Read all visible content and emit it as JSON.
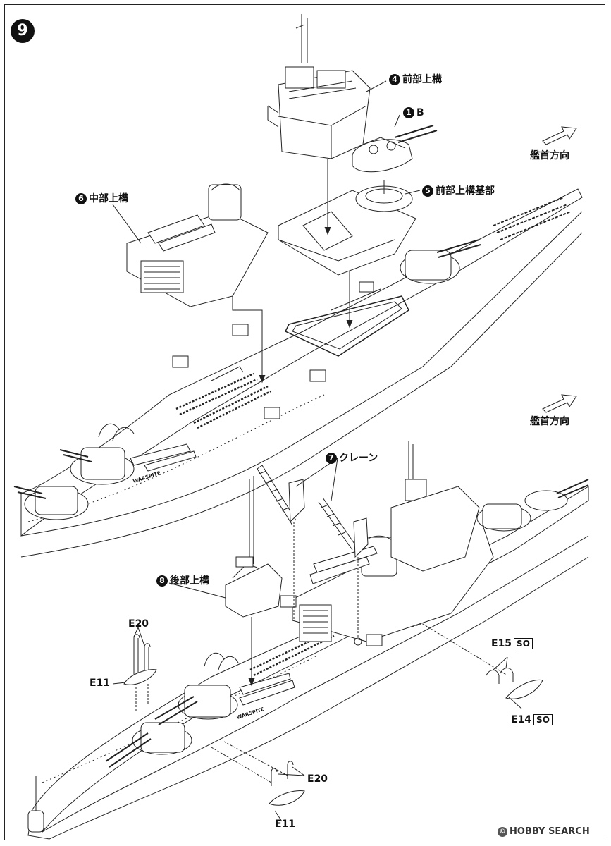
{
  "step_number": "9",
  "callouts": {
    "forward_superstructure": {
      "num": "4",
      "label": "前部上構"
    },
    "turret_b": {
      "num": "1",
      "label": "B"
    },
    "forward_superstructure_base": {
      "num": "5",
      "label": "前部上構基部"
    },
    "middle_superstructure": {
      "num": "6",
      "label": "中部上構"
    },
    "crane": {
      "num": "7",
      "label": "クレーン"
    },
    "aft_superstructure": {
      "num": "8",
      "label": "後部上構"
    }
  },
  "bow_direction_top": "艦首方向",
  "bow_direction_bottom": "艦首方向",
  "parts": {
    "e20_top": "E20",
    "e11_left": "E11",
    "e15": "E15",
    "e15_tag": "SO",
    "e14": "E14",
    "e14_tag": "SO",
    "e20_bottom": "E20",
    "e11_bottom": "E11"
  },
  "ship_name_upper": "WARSPITE",
  "ship_name_lower": "WARSPITE",
  "watermark": {
    "symbol": "©",
    "text": "HOBBY SEARCH"
  }
}
